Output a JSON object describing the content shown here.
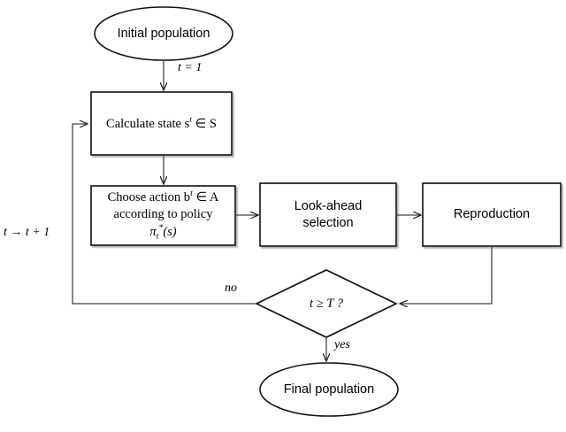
{
  "diagram": {
    "title": "Reinforcement learning evolutionary algorithm flowchart",
    "background_color": "#ffffff",
    "stroke_color": "#1a1a1a",
    "text_color": "#000000"
  },
  "nodes": {
    "start": {
      "shape": "ellipse",
      "label": "Initial  population"
    },
    "calculate_state": {
      "shape": "rectangle",
      "label": "Calculate state s",
      "superscript": "t",
      "label_tail": " ∈ S"
    },
    "choose_action": {
      "shape": "rectangle",
      "line1_head": "Choose action b",
      "line1_sup": "t",
      "line1_tail": " ∈ A",
      "line2": "according to policy",
      "line3_pi": "π",
      "line3_sub": "t",
      "line3_star": "*",
      "line3_tail": "(s)"
    },
    "look_ahead": {
      "shape": "rectangle",
      "line1": "Look-ahead",
      "line2": "selection"
    },
    "reproduction": {
      "shape": "rectangle",
      "label": "Reproduction"
    },
    "decision": {
      "shape": "diamond",
      "label": "t ≥ T ?"
    },
    "end": {
      "shape": "ellipse",
      "label": "Final population"
    }
  },
  "edges": {
    "start_to_calculate": {
      "label": "t = 1"
    },
    "decision_no": {
      "label": "no"
    },
    "decision_yes": {
      "label": "yes"
    },
    "feedback": {
      "label": "t → t + 1"
    }
  }
}
